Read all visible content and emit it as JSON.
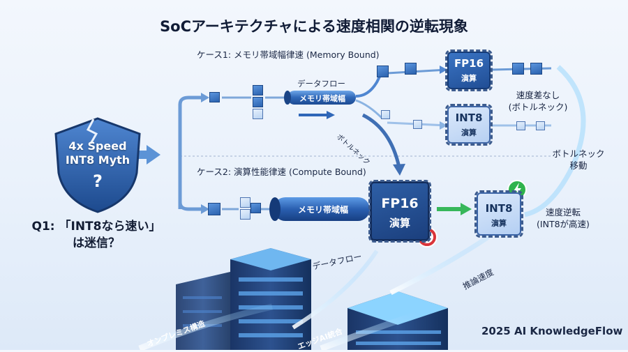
{
  "title": "SoCアーキテクチャによる速度相関の逆転現象",
  "shield": {
    "line1": "4x Speed",
    "line2": "INT8 Myth",
    "mark": "?"
  },
  "question": {
    "line1": "Q1: 「INT8なら速い」",
    "line2": "は迷信？"
  },
  "case1": {
    "label": "ケース1: メモリ帯域幅律速 (Memory Bound)",
    "dataflow_label": "データフロー",
    "pipe_label": "メモリ帯域幅",
    "fp16_chip": {
      "line1": "FP16",
      "line2": "演算"
    },
    "int8_chip": {
      "line1": "INT8",
      "line2": "演算"
    },
    "result": {
      "line1": "速度差なし",
      "line2": "(ボトルネック)"
    }
  },
  "bottleneck_label": "ボトルネック",
  "bottleneck_move": {
    "line1": "ボトルネック",
    "line2": "移動"
  },
  "case2": {
    "label": "ケース2: 演算性能律速 (Compute Bound)",
    "pipe_label": "メモリ帯域幅",
    "fp16_chip": {
      "line1": "FP16",
      "line2": "演算"
    },
    "int8_chip": {
      "line1": "INT8",
      "line2": "演算"
    },
    "result": {
      "line1": "速度逆転",
      "line2": "(INT8が高速)"
    }
  },
  "bottom": {
    "dataflow_label": "データフロー",
    "inference_label": "推論速度",
    "onprem_label": "オンプレミス構造",
    "edge_label": "エッジAI統合"
  },
  "credit": "2025 AI KnowledgeFlow",
  "icons": {
    "shield": "cracked-shield-icon",
    "clock": "clock-icon",
    "lightning": "lightning-icon",
    "server": "server-rack-icon"
  },
  "colors": {
    "dark_blue": "#1b3f7d",
    "mid_blue": "#3a74c4",
    "light_blue": "#cfe1f8",
    "alert_red": "#d9343a",
    "success_green": "#2fb34c"
  }
}
